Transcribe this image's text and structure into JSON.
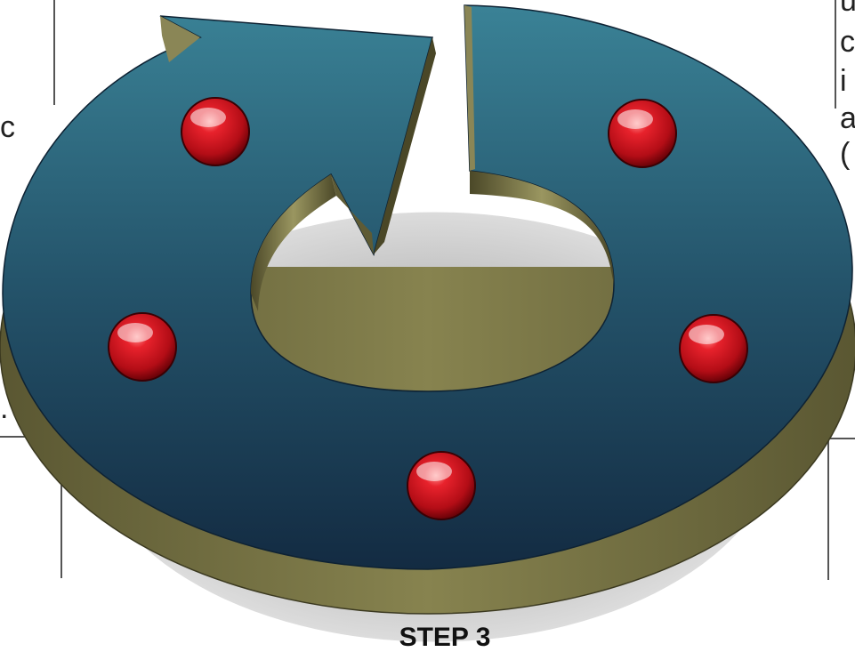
{
  "step_label": "STEP 3",
  "left_text_fragments": [
    "c",
    "."
  ],
  "right_text_fragments": [
    "u",
    "c",
    "i",
    "a",
    "("
  ],
  "colors": {
    "ring_top": "#3a8296",
    "ring_bottom": "#132b42",
    "ring_side": "#6d6a3e",
    "shadow": "#c9c9c9",
    "sphere": "#c8141e"
  },
  "nodes": [
    {
      "name": "node-top-left",
      "color": "#c8141e"
    },
    {
      "name": "node-top-right",
      "color": "#c8141e"
    },
    {
      "name": "node-left",
      "color": "#c8141e"
    },
    {
      "name": "node-right",
      "color": "#c8141e"
    },
    {
      "name": "node-bottom",
      "color": "#c8141e"
    }
  ]
}
